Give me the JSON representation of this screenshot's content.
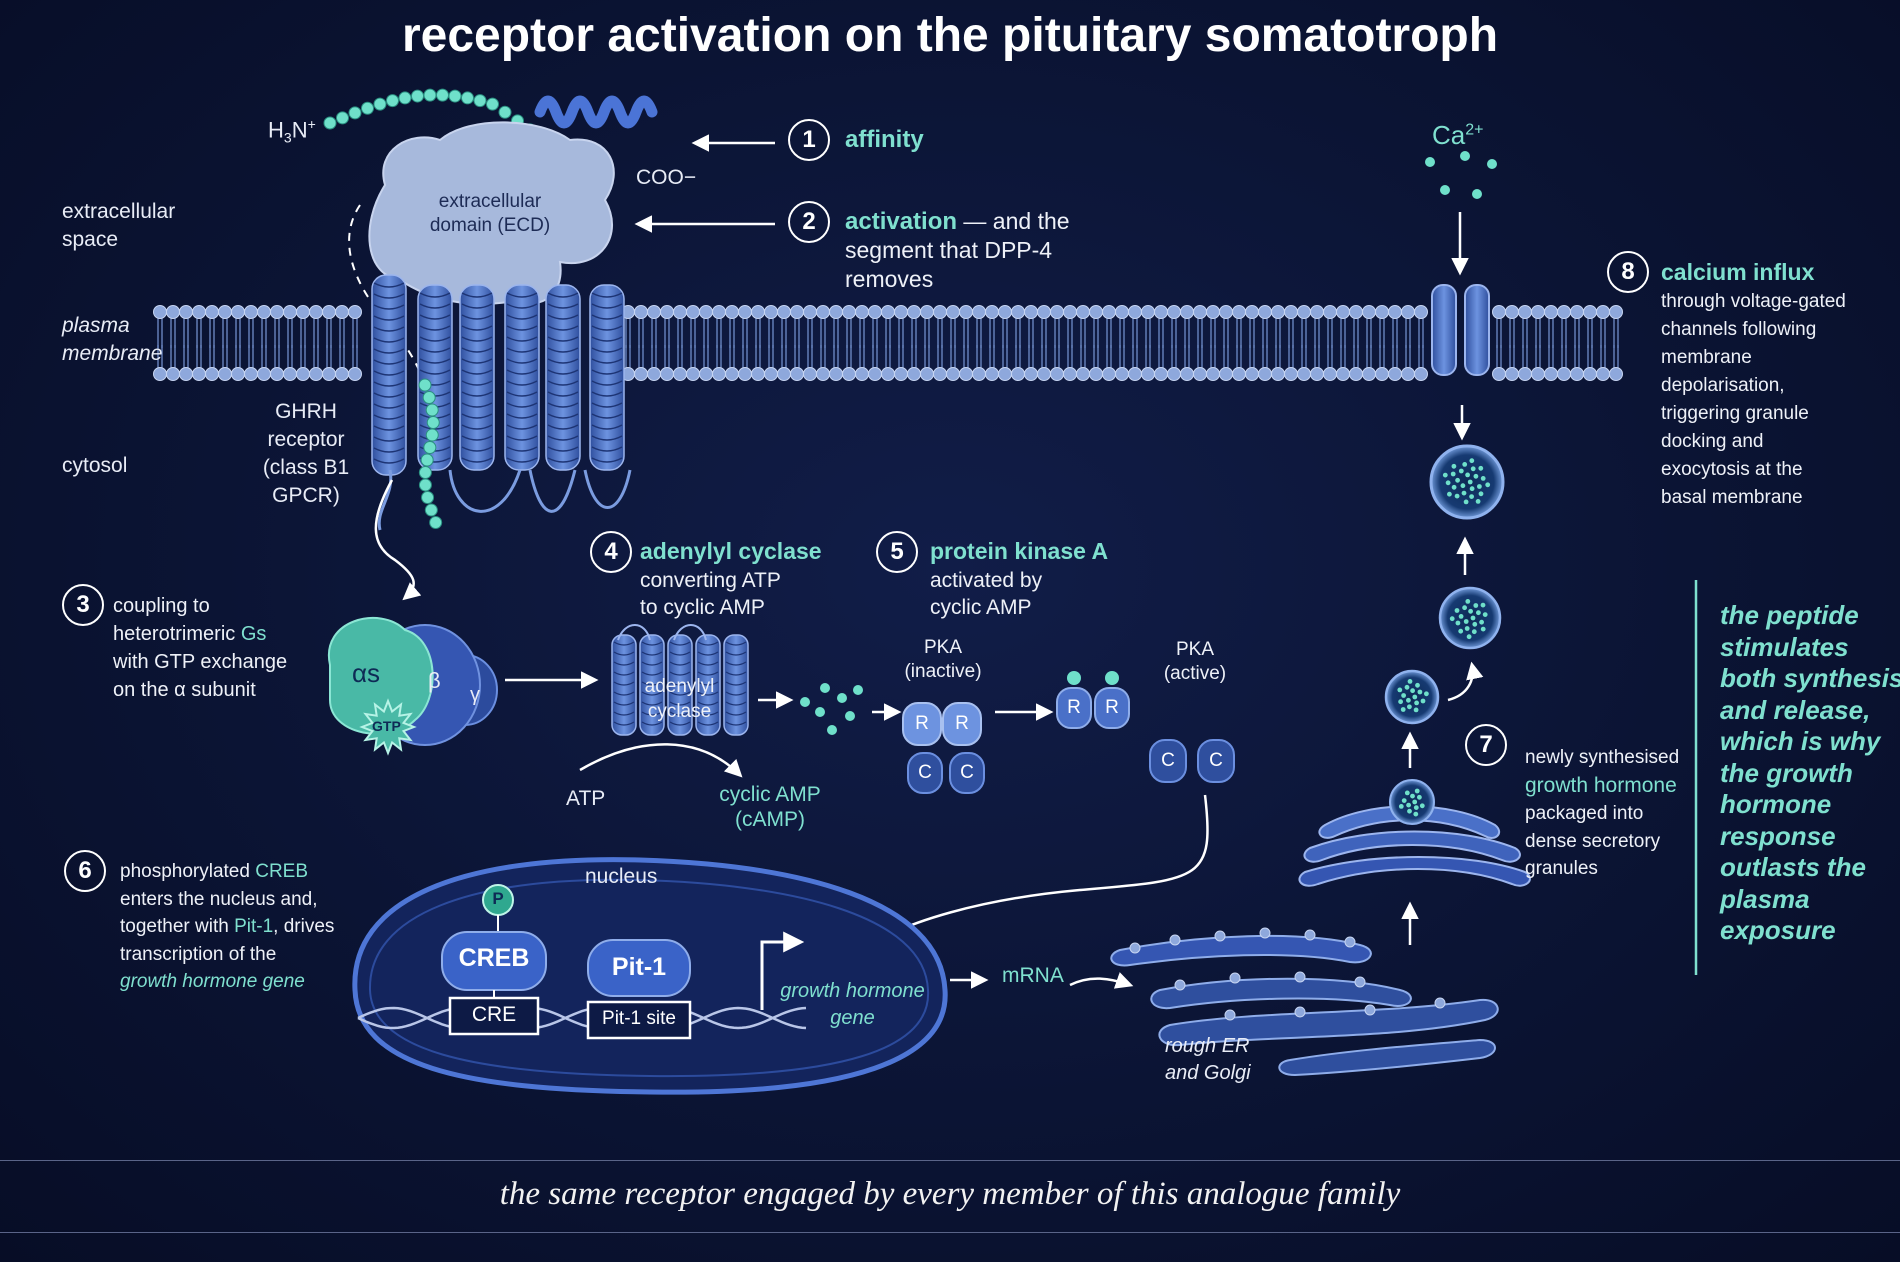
{
  "title": "receptor activation on the pituitary somatotroph",
  "peptide": {
    "n_terminus": "H3N+",
    "c_terminus": "COO−"
  },
  "labels": {
    "extracellular": "extracellular\nspace",
    "membrane": "plasma\nmembrane",
    "cytosol": "cytosol",
    "ecd": "extracellular\ndomain (ECD)",
    "receptor": "GHRH\nreceptor\n(class B1\nGPCR)",
    "alpha": "αs",
    "beta": "β",
    "gamma": "γ",
    "gtp": "GTP",
    "adenylyl_cyclase": "adenylyl\ncyclase",
    "atp": "ATP",
    "camp": "cyclic AMP\n(cAMP)",
    "pka_inactive": "PKA\n(inactive)",
    "pka_active": "PKA\n(active)",
    "r": "R",
    "c": "C",
    "nucleus": "nucleus",
    "p": "P",
    "creb": "CREB",
    "cre": "CRE",
    "pit1": "Pit-1",
    "pit1_site": "Pit-1 site",
    "gene": "growth hormone\ngene",
    "mrna": "mRNA",
    "er_golgi": "rough ER\nand Golgi",
    "ca": "Ca2+"
  },
  "steps": [
    {
      "num": "1",
      "head": "affinity",
      "body": ""
    },
    {
      "num": "2",
      "head": "activation",
      "body": " — and the\nsegment that DPP-4\nremoves"
    },
    {
      "num": "3",
      "pre": "coupling to\nheterotrimeric ",
      "head": "Gs",
      "body": "\nwith GTP exchange\non the α subunit"
    },
    {
      "num": "4",
      "head": "adenylyl cyclase",
      "body": "converting ATP\nto cyclic AMP"
    },
    {
      "num": "5",
      "head": "protein kinase A",
      "body": "activated by\ncyclic AMP"
    },
    {
      "num": "6",
      "pre": "phosphorylated ",
      "head": "CREB",
      "mid": "\nenters the nucleus and,\ntogether with ",
      "head2": "Pit-1",
      "body": ", drives\ntranscription of the",
      "tail": "growth hormone gene"
    },
    {
      "num": "7",
      "pre": "newly synthesised\n",
      "head": "growth hormone",
      "body": "\npackaged into\ndense secretory\ngranules"
    },
    {
      "num": "8",
      "head": "calcium influx",
      "body": "through voltage-gated\nchannels following\nmembrane\ndepolarisation,\ntriggering granule\ndocking and\nexocytosis at the\nbasal membrane"
    }
  ],
  "side_note": "the peptide\nstimulates\nboth synthesis\nand release,\nwhich is why\nthe growth\nhormone\nresponse\noutlasts the\nplasma\nexposure",
  "footer": "the same receptor engaged by every member of this analogue family",
  "colors": {
    "background": "#0b1434",
    "accent": "#7fe0cf",
    "protein": "#4a70c8",
    "ecd": "#a7b9dc",
    "gs_alpha": "#49b9a6"
  }
}
